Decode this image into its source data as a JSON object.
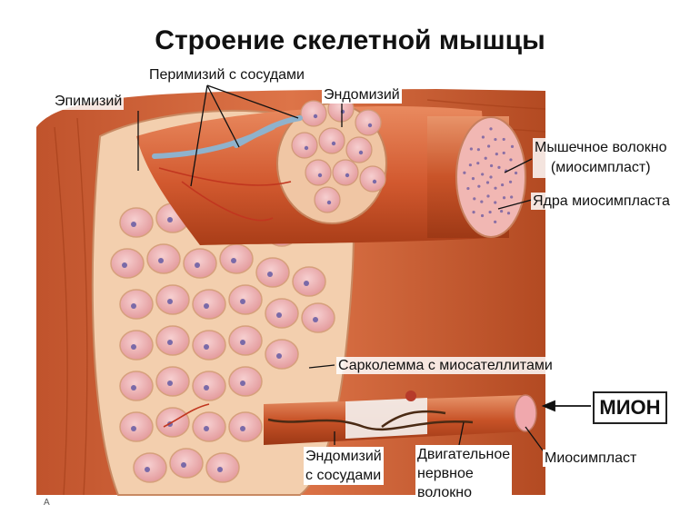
{
  "title": "Строение скелетной мышцы",
  "labels": {
    "epimysium": "Эпимизий",
    "perimysium": "Перимизий с сосудами",
    "endomysium_top": "Эндомизий",
    "muscle_fiber": "Мышечное волокно\n(миосимпласт)",
    "nuclei": "Ядра миосимпласта",
    "sarcolemma": "Сарколемма с миосателлитами",
    "endomysium_bottom": "Эндомизий\nс сосудами",
    "motor_nerve": "Двигательное\nнервное\nволокно",
    "myosymplast": "Миосимпласт",
    "mion": "МИОН",
    "corner_mark": "А"
  },
  "colors": {
    "muscle_dark": "#b3431f",
    "muscle_mid": "#d8653a",
    "muscle_light": "#e8916a",
    "sheath": "#f2c9a8",
    "fiber_pink": "#e9a3a6",
    "fiber_light": "#f4c3c4",
    "nucleus": "#7a6aa8",
    "nerve": "#4a2a14",
    "vessel": "#7fa4c0"
  }
}
